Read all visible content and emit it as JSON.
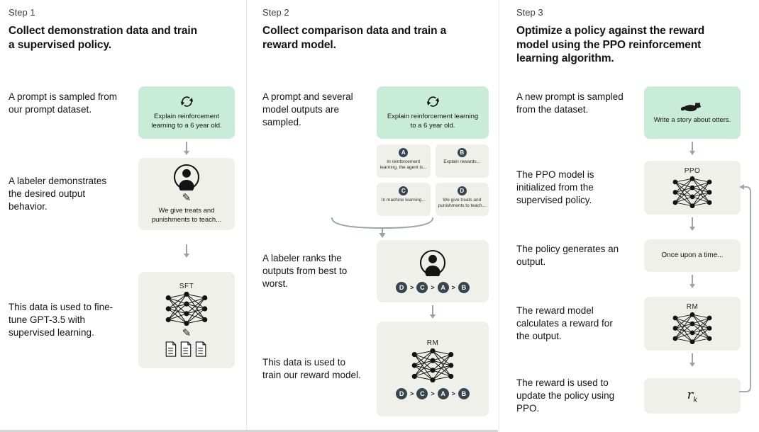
{
  "colors": {
    "green_box": "#c9ecd9",
    "gray_box": "#f0f0eb",
    "badge": "#36454f",
    "arrow": "#9aa4a8"
  },
  "step1": {
    "label": "Step 1",
    "title": "Collect demonstration data and train a supervised policy.",
    "caption_prompt": "A prompt is sampled from our prompt dataset.",
    "caption_labeler": "A labeler demonstrates the desired output behavior.",
    "caption_finetune": "This data is used to fine-tune GPT-3.5 with supervised learning.",
    "prompt_text": "Explain reinforcement learning to a 6 year old.",
    "labeler_output": "We give treats and punishments to teach...",
    "model_label": "SFT",
    "pencil_glyph": "✎"
  },
  "step2": {
    "label": "Step 2",
    "title": "Collect comparison data and train a reward model.",
    "caption_prompt": "A prompt and several model outputs are sampled.",
    "caption_rank": "A labeler ranks the outputs from best to worst.",
    "caption_train": "This data is used to train our reward model.",
    "prompt_text": "Explain reinforcement learning to a 6 year old.",
    "outputs": [
      {
        "id": "A",
        "text": "In reinforcement learning, the agent is..."
      },
      {
        "id": "B",
        "text": "Explain rewards..."
      },
      {
        "id": "C",
        "text": "In machine learning..."
      },
      {
        "id": "D",
        "text": "We give treats and punishments to teach..."
      }
    ],
    "ranking": [
      "D",
      "C",
      "A",
      "B"
    ],
    "rank_separator": ">",
    "model_label": "RM"
  },
  "step3": {
    "label": "Step 3",
    "title": "Optimize a policy against the reward model using the PPO reinforcement learning algorithm.",
    "caption_prompt": "A new prompt is sampled from the dataset.",
    "caption_init": "The PPO model is initialized from the supervised policy.",
    "caption_output": "The policy generates an output.",
    "caption_reward": "The reward model calculates a reward for the output.",
    "caption_update": "The reward is used to update the policy using PPO.",
    "prompt_text": "Write a story about otters.",
    "ppo_label": "PPO",
    "output_text": "Once upon a time...",
    "rm_label": "RM",
    "reward_base": "r",
    "reward_sub": "k"
  }
}
